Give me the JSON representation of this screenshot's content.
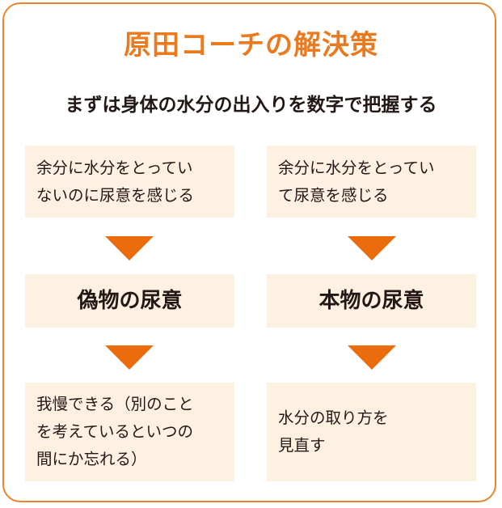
{
  "title": "原田コーチの解決策",
  "subtitle": "まずは身体の水分の出入りを数字で把握する",
  "left": {
    "condition": [
      "余分に水分をとってい",
      "ないのに尿意を感じる"
    ],
    "result": "偽物の尿意",
    "action": [
      "我慢できる（別のこと",
      "を考えているといつの",
      "間にか忘れる）"
    ]
  },
  "right": {
    "condition": [
      "余分に水分をとってい",
      "て尿意を感じる"
    ],
    "result": "本物の尿意",
    "action": [
      "水分の取り方を",
      "見直す"
    ]
  },
  "colors": {
    "accent": "#eb7a1f",
    "arrow": "#eb6c0c",
    "box_fill": "#fdf1e1",
    "text": "#231815"
  }
}
